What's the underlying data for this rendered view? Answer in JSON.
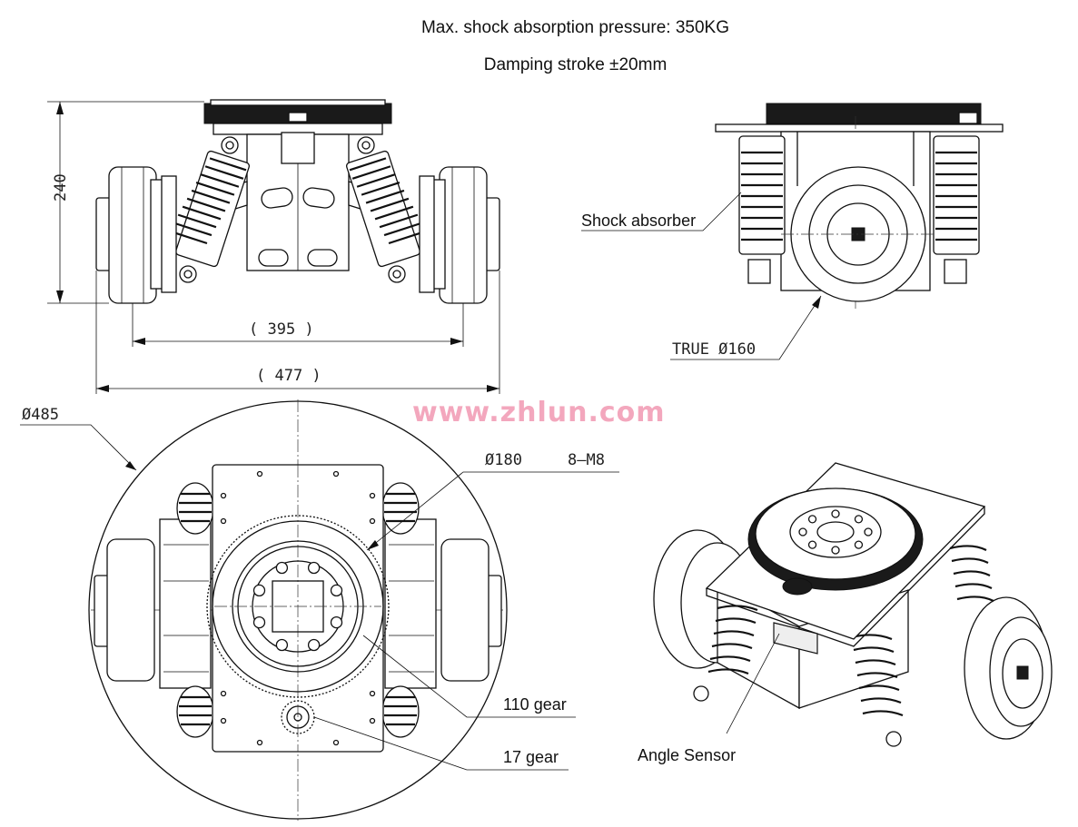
{
  "header": {
    "title_line1": "Max. shock absorption pressure: 350KG",
    "title_line2": "Damping stroke ±20mm"
  },
  "dimensions": {
    "height": "240",
    "wheel_track": "( 395 )",
    "overall_width": "( 477 )",
    "wheel_diameter": "TRUE  Ø160",
    "turning_circle": "Ø485",
    "bolt_circle": "Ø180",
    "bolts": "8—M8"
  },
  "labels": {
    "shock_absorber": "Shock absorber",
    "gear_110": "110 gear",
    "gear_17": "17 gear",
    "angle_sensor": "Angle Sensor"
  },
  "watermark": "www.zhlun.com",
  "colors": {
    "line": "#111111",
    "watermark": "#f3a7bd",
    "background": "#ffffff"
  }
}
